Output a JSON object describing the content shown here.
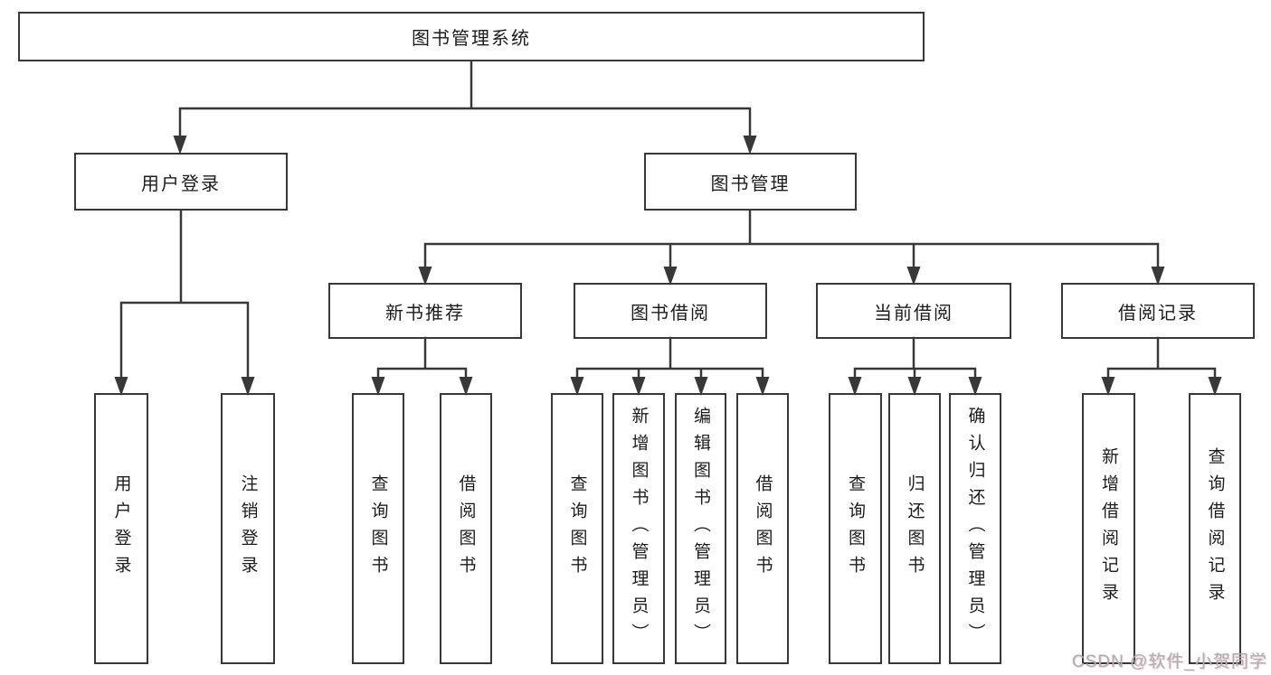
{
  "diagram": {
    "title": "图书管理系统",
    "branches": [
      {
        "label": "用户登录",
        "children": [
          {
            "label": "用户登录"
          },
          {
            "label": "注销登录"
          }
        ]
      },
      {
        "label": "图书管理",
        "children": [
          {
            "label": "新书推荐",
            "children": [
              {
                "label": "查询图书"
              },
              {
                "label": "借阅图书"
              }
            ]
          },
          {
            "label": "图书借阅",
            "children": [
              {
                "label": "查询图书"
              },
              {
                "label": "新增图书（管理员）"
              },
              {
                "label": "编辑图书（管理员）"
              },
              {
                "label": "借阅图书"
              }
            ]
          },
          {
            "label": "当前借阅",
            "children": [
              {
                "label": "查询图书"
              },
              {
                "label": "归还图书"
              },
              {
                "label": "确认归还（管理员）"
              }
            ]
          },
          {
            "label": "借阅记录",
            "children": [
              {
                "label": "新增借阅记录"
              },
              {
                "label": "查询借阅记录"
              }
            ]
          }
        ]
      }
    ],
    "watermark": "CSDN @软件_小贺同学"
  },
  "colors": {
    "line": "#383838",
    "box_border": "#383838",
    "text": "#1c1c1c",
    "watermark": "#b3aeae",
    "background": "#ffffff"
  }
}
